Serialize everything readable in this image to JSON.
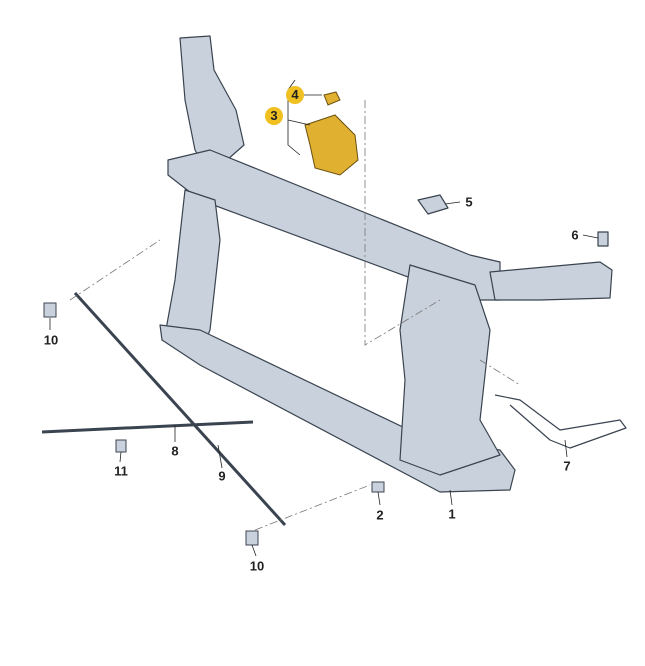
{
  "colors": {
    "part": "#c9d2dc",
    "part_edge": "#3a4450",
    "highlight": "#f0c020",
    "highlight_part": "#e0b030"
  },
  "callouts": [
    {
      "id": "c1",
      "text": "1",
      "highlighted": false
    },
    {
      "id": "c2",
      "text": "2",
      "highlighted": false
    },
    {
      "id": "c3",
      "text": "3",
      "highlighted": true
    },
    {
      "id": "c4",
      "text": "4",
      "highlighted": true
    },
    {
      "id": "c5",
      "text": "5",
      "highlighted": false
    },
    {
      "id": "c6",
      "text": "6",
      "highlighted": false
    },
    {
      "id": "c7",
      "text": "7",
      "highlighted": false
    },
    {
      "id": "c8",
      "text": "8",
      "highlighted": false
    },
    {
      "id": "c9",
      "text": "9",
      "highlighted": false
    },
    {
      "id": "c10a",
      "text": "10",
      "highlighted": false
    },
    {
      "id": "c10b",
      "text": "10",
      "highlighted": false
    },
    {
      "id": "c11",
      "text": "11",
      "highlighted": false
    }
  ]
}
